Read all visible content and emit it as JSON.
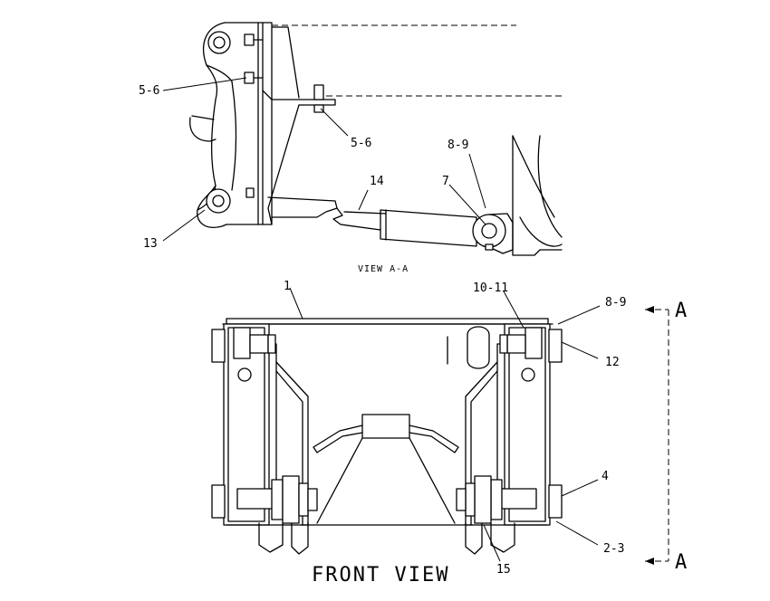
{
  "views": {
    "section": "VIEW A-A",
    "front": "FRONT VIEW"
  },
  "section_marks": {
    "top": "A",
    "bottom": "A"
  },
  "callouts": {
    "c56_left": "5-6",
    "c56_right": "5-6",
    "c89_top": "8-9",
    "c7": "7",
    "c14": "14",
    "c13": "13",
    "c1": "1",
    "c1011": "10-11",
    "c89_front": "8-9",
    "c12": "12",
    "c4": "4",
    "c23": "2-3",
    "c15": "15"
  }
}
